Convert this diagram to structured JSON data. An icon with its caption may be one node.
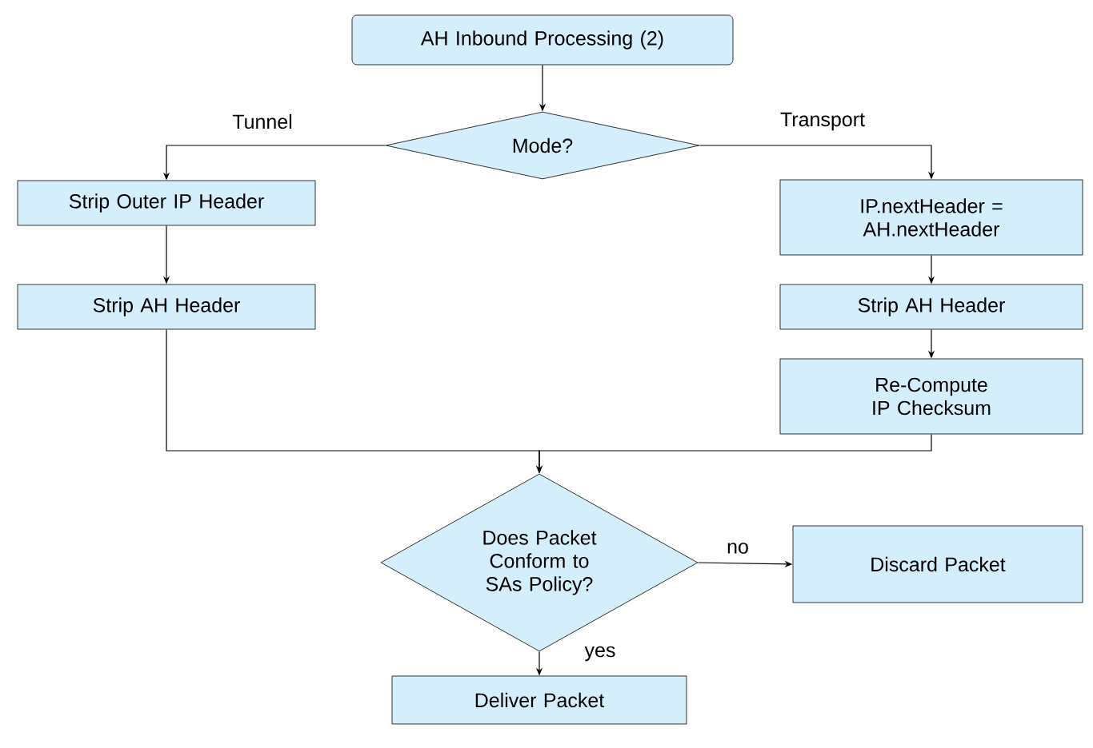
{
  "diagram": {
    "nodes": [
      {
        "text": [
          "AH Inbound Processing (2)"
        ]
      },
      {
        "text": [
          "Mode?"
        ]
      },
      {
        "text": [
          "Strip Outer IP Header"
        ]
      },
      {
        "text": [
          "Strip AH Header"
        ]
      },
      {
        "text": [
          "IP.nextHeader = AH.nextHeader"
        ]
      },
      {
        "text": [
          "Strip AH Header"
        ]
      },
      {
        "text": [
          "Re-Compute IP Checksum"
        ]
      },
      {
        "text": [
          "Does Packet Conform to SAs Policy?"
        ]
      },
      {
        "text": [
          "Discard Packet"
        ]
      },
      {
        "text": [
          "Deliver Packet"
        ]
      }
    ],
    "edges": [
      {
        "from": 0,
        "to": 1,
        "arrow": "to"
      },
      {
        "from": 1,
        "to": 2,
        "arrow": "to",
        "label": "Tunnel"
      },
      {
        "from": 1,
        "to": 4,
        "arrow": "to",
        "label": "Transport"
      },
      {
        "from": 2,
        "to": 3,
        "arrow": "to"
      },
      {
        "from": 4,
        "to": 5,
        "arrow": "to"
      },
      {
        "from": 5,
        "to": 6,
        "arrow": "to"
      },
      {
        "from": 3,
        "to": 7,
        "arrow": "to"
      },
      {
        "from": 6,
        "to": 7,
        "arrow": "to"
      },
      {
        "from": 7,
        "to": 8,
        "arrow": "to",
        "label": "no"
      },
      {
        "from": 7,
        "to": 9,
        "arrow": "to",
        "label": "yes"
      }
    ]
  }
}
